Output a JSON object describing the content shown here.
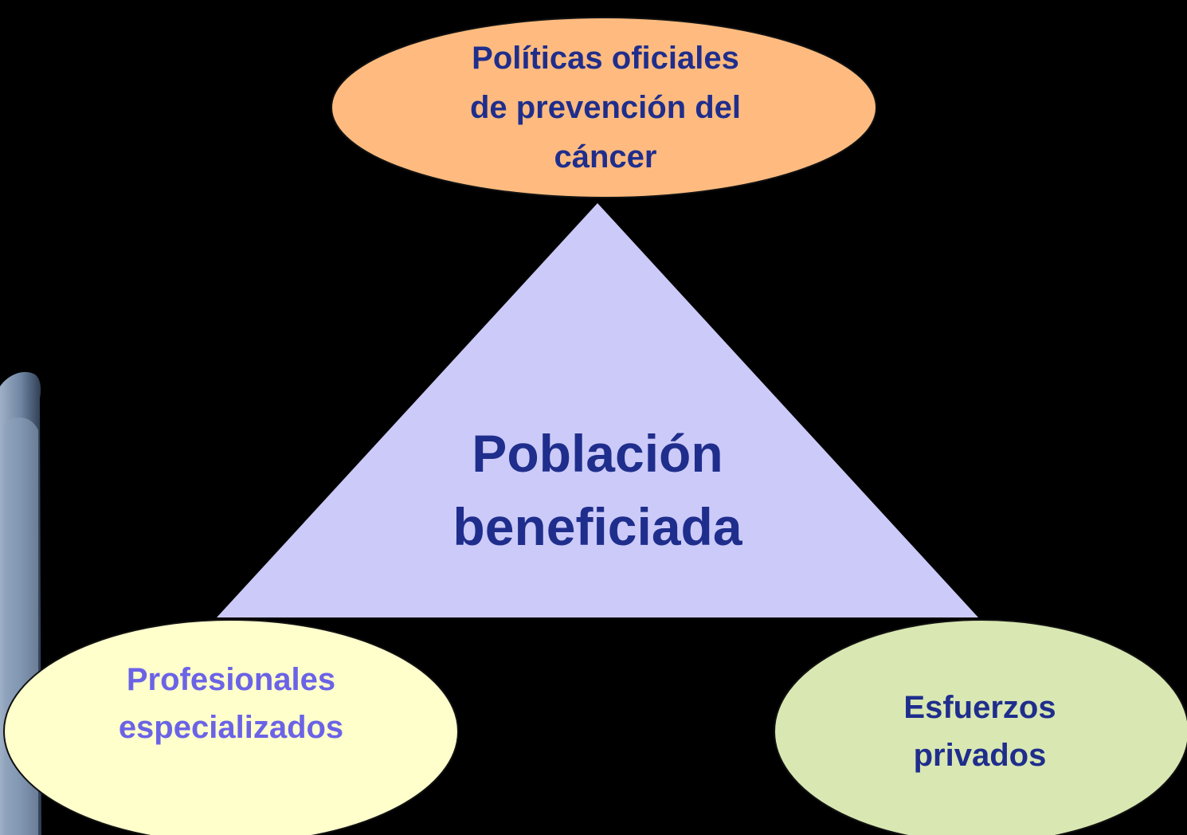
{
  "diagram": {
    "center": {
      "label": "Población\nbeneficiada"
    },
    "nodes": {
      "top": {
        "label": "Políticas oficiales\nde prevención del\ncáncer"
      },
      "left": {
        "label": "Profesionales\nespecializados"
      },
      "right": {
        "label": "Esfuerzos\nprivados"
      }
    }
  },
  "colors": {
    "background": "#000000",
    "triangle_fill": "#cccaf8",
    "top_ellipse_fill": "#ffbb7f",
    "left_ellipse_fill": "#ffffcc",
    "right_ellipse_fill": "#d9e8b2",
    "ellipse_stroke": "#111111",
    "dark_text": "#1f2e8c",
    "left_text": "#6b63e6"
  }
}
